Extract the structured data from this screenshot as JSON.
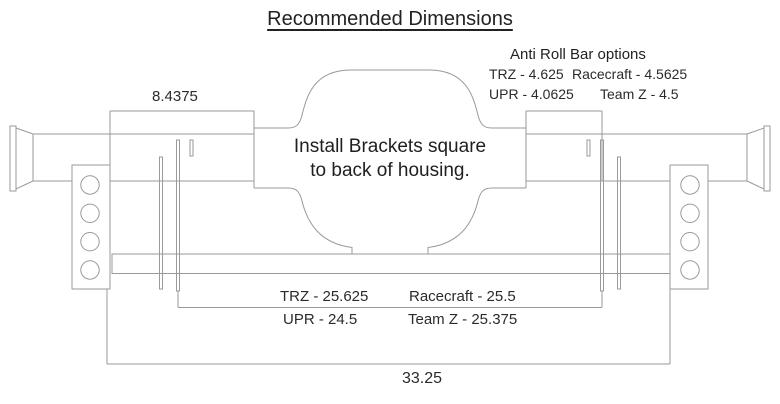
{
  "title": "Recommended Dimensions",
  "anti_roll_bar": {
    "heading": "Anti Roll Bar options",
    "options": {
      "trz": "TRZ - 4.625",
      "racecraft": "Racecraft - 4.5625",
      "upr": "UPR - 4.0625",
      "teamz": "Team Z - 4.5"
    }
  },
  "bracket_width_dim": "8.4375",
  "note": {
    "line1": "Install Brackets square",
    "line2": "to back of housing."
  },
  "lower_bracket_dims": {
    "trz": "TRZ - 25.625",
    "racecraft": "Racecraft - 25.5",
    "upr": "UPR - 24.5",
    "teamz": "Team Z - 25.375"
  },
  "overall_width_dim": "33.25",
  "colors": {
    "line": "#9a9a9a",
    "text": "#2b2b2b",
    "background": "#ffffff"
  }
}
